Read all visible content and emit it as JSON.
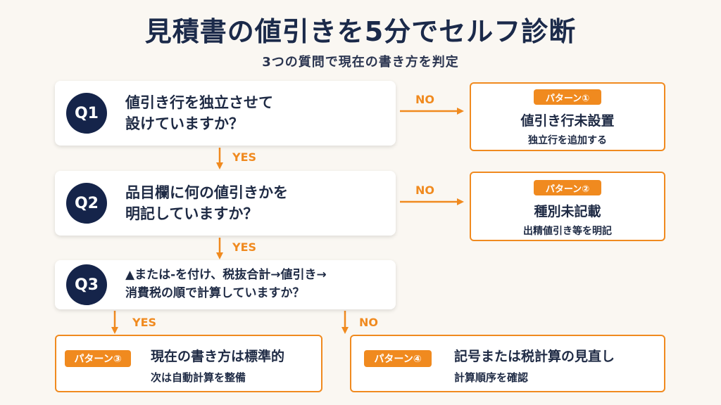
{
  "title": "見積書の値引きを5分でセルフ診断",
  "subtitle": "3つの質問で現在の書き方を判定",
  "colors": {
    "accent": "#f08a1f",
    "navy": "#15244a",
    "background": "#faf7f2"
  },
  "questions": [
    {
      "id": "Q1",
      "lines": [
        "値引き行を独立させて",
        "設けていますか？"
      ]
    },
    {
      "id": "Q2",
      "lines": [
        "品目欄に何の値引きかを",
        "明記していますか？"
      ]
    },
    {
      "id": "Q3",
      "lines": [
        "▲または-を付け、税抜合計→値引き→",
        "消費税の順で計算していますか？"
      ]
    }
  ],
  "branch_labels": {
    "yes": "YES",
    "no": "NO"
  },
  "patterns": [
    {
      "badge": "パターン①",
      "title": "値引き行未設置",
      "sub": "独立行を追加する"
    },
    {
      "badge": "パターン②",
      "title": "種別未記載",
      "sub": "出精値引き等を明記"
    },
    {
      "badge": "パターン③",
      "title": "現在の書き方は標準的",
      "sub": "次は自動計算を整備"
    },
    {
      "badge": "パターン④",
      "title": "記号または税計算の見直し",
      "sub": "計算順序を確認"
    }
  ]
}
